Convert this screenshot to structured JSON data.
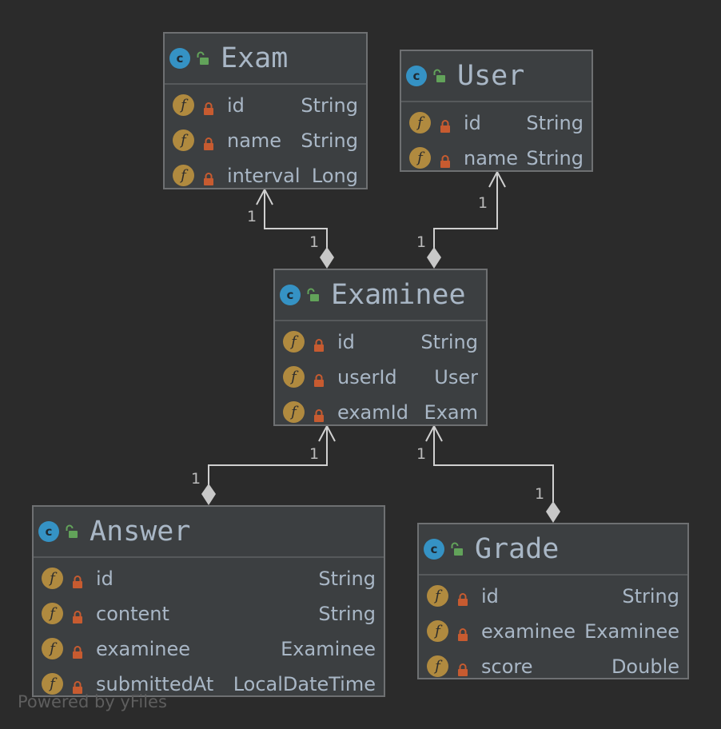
{
  "diagram": {
    "classes": [
      {
        "id": "exam",
        "name": "Exam",
        "fields": [
          {
            "name": "id",
            "type": "String"
          },
          {
            "name": "name",
            "type": "String"
          },
          {
            "name": "interval",
            "type": "Long"
          }
        ]
      },
      {
        "id": "user",
        "name": "User",
        "fields": [
          {
            "name": "id",
            "type": "String"
          },
          {
            "name": "name",
            "type": "String"
          }
        ]
      },
      {
        "id": "examinee",
        "name": "Examinee",
        "fields": [
          {
            "name": "id",
            "type": "String"
          },
          {
            "name": "userId",
            "type": "User"
          },
          {
            "name": "examId",
            "type": "Exam"
          }
        ]
      },
      {
        "id": "answer",
        "name": "Answer",
        "fields": [
          {
            "name": "id",
            "type": "String"
          },
          {
            "name": "content",
            "type": "String"
          },
          {
            "name": "examinee",
            "type": "Examinee"
          },
          {
            "name": "submittedAt",
            "type": "LocalDateTime"
          }
        ]
      },
      {
        "id": "grade",
        "name": "Grade",
        "fields": [
          {
            "name": "id",
            "type": "String"
          },
          {
            "name": "examinee",
            "type": "Examinee"
          },
          {
            "name": "score",
            "type": "Double"
          }
        ]
      }
    ],
    "relations": [
      {
        "from": "examinee",
        "to": "exam",
        "source_multiplicity": "1",
        "target_multiplicity": "1",
        "kind": "composition"
      },
      {
        "from": "examinee",
        "to": "user",
        "source_multiplicity": "1",
        "target_multiplicity": "1",
        "kind": "composition"
      },
      {
        "from": "answer",
        "to": "examinee",
        "source_multiplicity": "1",
        "target_multiplicity": "1",
        "kind": "composition"
      },
      {
        "from": "grade",
        "to": "examinee",
        "source_multiplicity": "1",
        "target_multiplicity": "1",
        "kind": "composition"
      }
    ],
    "icons": {
      "class": "class-c-icon",
      "visibility": "public-unlock-icon",
      "field": "field-f-icon",
      "private": "private-lock-icon"
    },
    "icon_letters": {
      "class": "c",
      "field": "f"
    },
    "colors": {
      "background": "#2b2b2b",
      "class_fill": "#3c3f41",
      "class_border": "#6e7072",
      "text": "#a9b7c6",
      "connector": "#d0d0d0",
      "class_icon": "#3592c4",
      "field_icon": "#b08a3f",
      "lock": "#c75b30",
      "unlock": "#62a35a"
    }
  },
  "watermark": "Powered by yFiles"
}
